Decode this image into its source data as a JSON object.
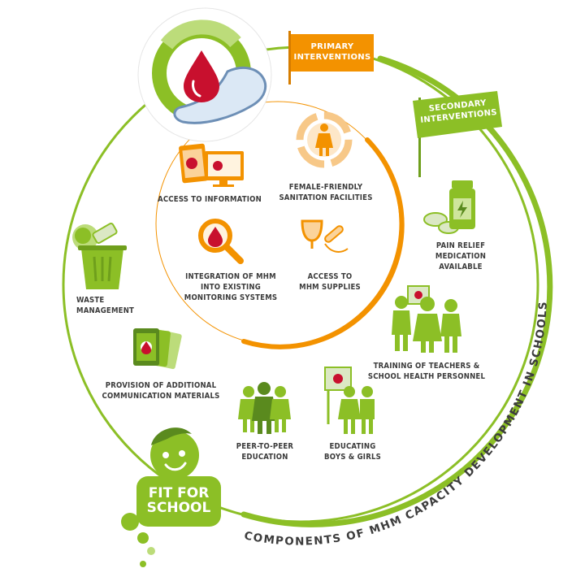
{
  "colors": {
    "green": "#8cbf26",
    "dark_green": "#5a8a1e",
    "orange": "#f39200",
    "blood_red": "#c8102e",
    "text": "#3c3c3c"
  },
  "flags": {
    "primary": "PRIMARY\nINTERVENTIONS",
    "secondary": "SECONDARY\nINTERVENTIONS"
  },
  "primary_items": {
    "access_info": "ACCESS TO INFORMATION",
    "female_friendly": "FEMALE-FRIENDLY\nSANITATION FACILITIES",
    "integration": "INTEGRATION OF MHM\nINTO EXISTING\nMONITORING SYSTEMS",
    "supplies": "ACCESS TO\nMHM SUPPLIES"
  },
  "secondary_items": {
    "pain_relief": "PAIN RELIEF\nMEDICATION\nAVAILABLE",
    "training": "TRAINING OF TEACHERS &\nSCHOOL HEALTH PERSONNEL",
    "educating": "EDUCATING\nBOYS & GIRLS",
    "peer": "PEER-TO-PEER\nEDUCATION",
    "comm_materials": "PROVISION OF ADDITIONAL\nCOMMUNICATION MATERIALS",
    "waste": "WASTE\nMANAGEMENT"
  },
  "arc_title": "COMPONENTS OF MHM CAPACITY DEVELOPMENT IN SCHOOLS",
  "logo_text": "FIT FOR\nSCHOOL",
  "icons": [
    "blood-drop-pad-icon",
    "computer-book-icon",
    "female-icon",
    "magnifier-drop-icon",
    "menstrual-cup-icon",
    "medicine-bottle-icon",
    "training-people-icon",
    "educating-people-icon",
    "peer-group-icon",
    "leaflet-icon",
    "waste-bin-icon",
    "fit-for-school-logo"
  ]
}
